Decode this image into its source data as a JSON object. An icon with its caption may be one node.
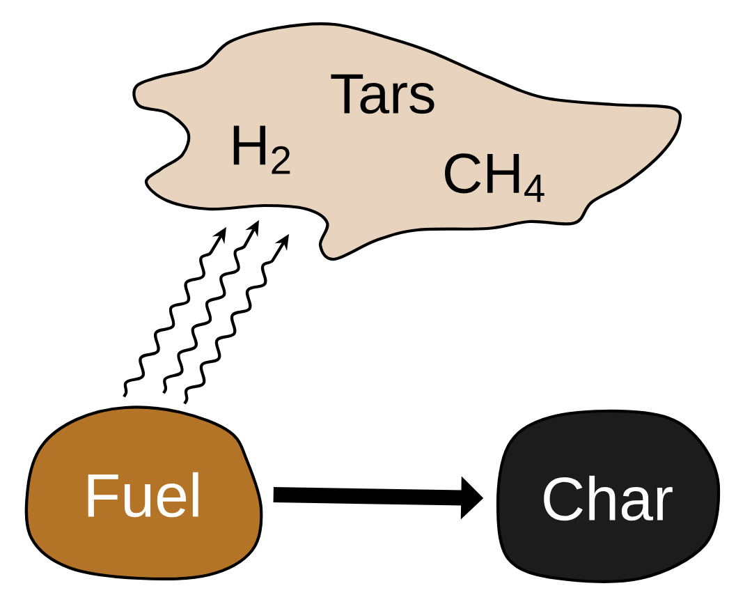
{
  "diagram": {
    "nodes": [
      {
        "text": [
          "Tars",
          "H$_{2}$",
          "CH$_{4}$"
        ]
      },
      {
        "text": [
          "Fuel"
        ]
      },
      {
        "text": [
          "Char"
        ]
      }
    ],
    "edges": [
      {
        "from": 1,
        "to": 0,
        "arrow": "to"
      },
      {
        "from": 1,
        "to": 0,
        "arrow": "to"
      },
      {
        "from": 1,
        "to": 0,
        "arrow": "to"
      },
      {
        "from": 1,
        "to": 2,
        "arrow": "to",
        "style": "thick"
      }
    ]
  }
}
